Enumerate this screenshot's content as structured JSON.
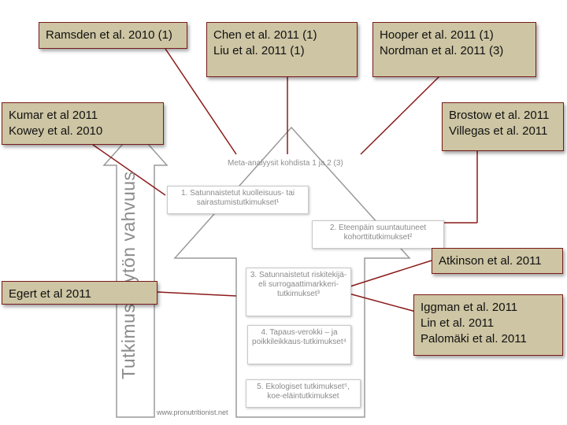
{
  "axis_label": "Tutkimusnäytön vahvuus",
  "meta_label": "Meta-analyysit kohdista 1 ja 2 (3)",
  "credit": "www.pronutritionist.net",
  "levels": [
    {
      "text": "1. Satunnaistetut kuolleisuus- tai sairastumistutkimukset¹"
    },
    {
      "text": "2. Eteenpäin suuntautuneet kohorttitutkimukset²"
    },
    {
      "text": "3. Satunnaistetut riskitekijä- eli surrogaattimarkkeri-tutkimukset³"
    },
    {
      "text": "4. Tapaus-verokki – ja poikkileikkaus-tutkimukset⁴"
    },
    {
      "text": "5. Ekologiset tutkimukset⁵, koe-eläintutkimukset"
    }
  ],
  "callouts": [
    {
      "lines": [
        "Ramsden et al. 2010 (1)"
      ]
    },
    {
      "lines": [
        "Chen et al. 2011 (1)",
        "Liu et al. 2011 (1)"
      ]
    },
    {
      "lines": [
        "Hooper et al. 2011 (1)",
        "Nordman et al. 2011 (3)"
      ]
    },
    {
      "lines": [
        "Kumar et al 2011",
        "Kowey et al. 2010"
      ]
    },
    {
      "lines": [
        "Brostow et al. 2011",
        "Villegas et al. 2011"
      ]
    },
    {
      "lines": [
        "Atkinson et al. 2011"
      ]
    },
    {
      "lines": [
        "Egert  et al 2011"
      ]
    },
    {
      "lines": [
        "Iggman et al. 2011",
        "Lin et al. 2011",
        "Palomäki et al. 2011"
      ]
    }
  ],
  "colors": {
    "callout_fill": "#cdc5a3",
    "connector": "#8b1a1a",
    "outline": "#9a9a9a"
  }
}
